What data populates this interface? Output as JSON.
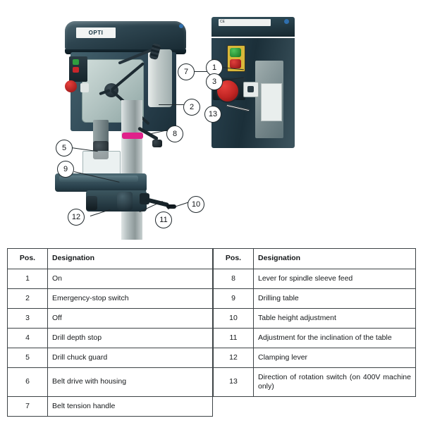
{
  "figure": {
    "brand_label": "OPTI",
    "ce_label": "CE",
    "callouts": [
      {
        "id": "1",
        "number": "1"
      },
      {
        "id": "2",
        "number": "2"
      },
      {
        "id": "3",
        "number": "3"
      },
      {
        "id": "5",
        "number": "5"
      },
      {
        "id": "7",
        "number": "7"
      },
      {
        "id": "8",
        "number": "8"
      },
      {
        "id": "9",
        "number": "9"
      },
      {
        "id": "10",
        "number": "10"
      },
      {
        "id": "11",
        "number": "11"
      },
      {
        "id": "12",
        "number": "12"
      },
      {
        "id": "13",
        "number": "13"
      }
    ],
    "colors": {
      "housing_dark_teal": "#2b4250",
      "emergency_stop_red": "#c02523",
      "on_button_green": "#2f9e3f",
      "off_button_red": "#c8262b",
      "button_panel_yellow": "#d9b83a",
      "quill_ring_magenta": "#e0218a",
      "column_silver": "#b3bdbe",
      "callout_outline": "#20282c"
    }
  },
  "legend": {
    "headers": {
      "pos": "Pos.",
      "designation": "Designation"
    },
    "left_rows": [
      {
        "pos": "1",
        "designation": "On"
      },
      {
        "pos": "2",
        "designation": "Emergency-stop switch"
      },
      {
        "pos": "3",
        "designation": "Off"
      },
      {
        "pos": "4",
        "designation": "Drill depth stop"
      },
      {
        "pos": "5",
        "designation": "Drill chuck guard"
      },
      {
        "pos": "6",
        "designation": "Belt drive with housing"
      },
      {
        "pos": "7",
        "designation": "Belt tension handle"
      }
    ],
    "right_rows": [
      {
        "pos": "8",
        "designation": "Lever for spindle sleeve feed"
      },
      {
        "pos": "9",
        "designation": "Drilling table"
      },
      {
        "pos": "10",
        "designation": "Table height adjustment"
      },
      {
        "pos": "11",
        "designation": "Adjustment for the inclination of the table"
      },
      {
        "pos": "12",
        "designation": "Clamping lever"
      },
      {
        "pos": "13",
        "designation": "Direction of rotation switch (on 400V machine only)"
      }
    ]
  }
}
